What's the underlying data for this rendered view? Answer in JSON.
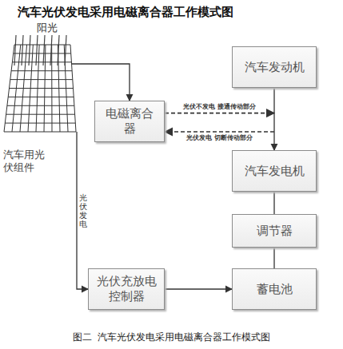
{
  "diagram": {
    "title": "汽车光伏发电采用电磁离合器工作模式图",
    "caption": "图二  汽车光伏发电采用电磁离合器工作模式图",
    "nodes": [
      {
        "text": [
          "汽车用光伏组件"
        ]
      },
      {
        "text": [
          "电磁离合器"
        ]
      },
      {
        "text": [
          "汽车发动机"
        ]
      },
      {
        "text": [
          "汽车发电机"
        ]
      },
      {
        "text": [
          "调节器"
        ]
      },
      {
        "text": [
          "光伏充放电控制器"
        ]
      },
      {
        "text": [
          "蓄电池"
        ]
      }
    ],
    "edges": [
      {
        "from": 0,
        "to": 1,
        "arrow": "to"
      },
      {
        "from": 0,
        "to": 5,
        "label": "光伏发电",
        "arrow": "to"
      },
      {
        "from": 1,
        "to": 3,
        "label": "光伏不发电 接通传动部分",
        "arrow": "to"
      },
      {
        "from": 3,
        "to": 1,
        "label": "光伏发电 切断传动部分",
        "arrow": "to"
      },
      {
        "from": 2,
        "to": 3,
        "arrow": "to"
      },
      {
        "from": 3,
        "to": 4,
        "arrow": "none"
      },
      {
        "from": 4,
        "to": 6,
        "arrow": "none"
      },
      {
        "from": 5,
        "to": 6,
        "arrow": "to"
      }
    ],
    "labels": [
      "阳光"
    ]
  }
}
